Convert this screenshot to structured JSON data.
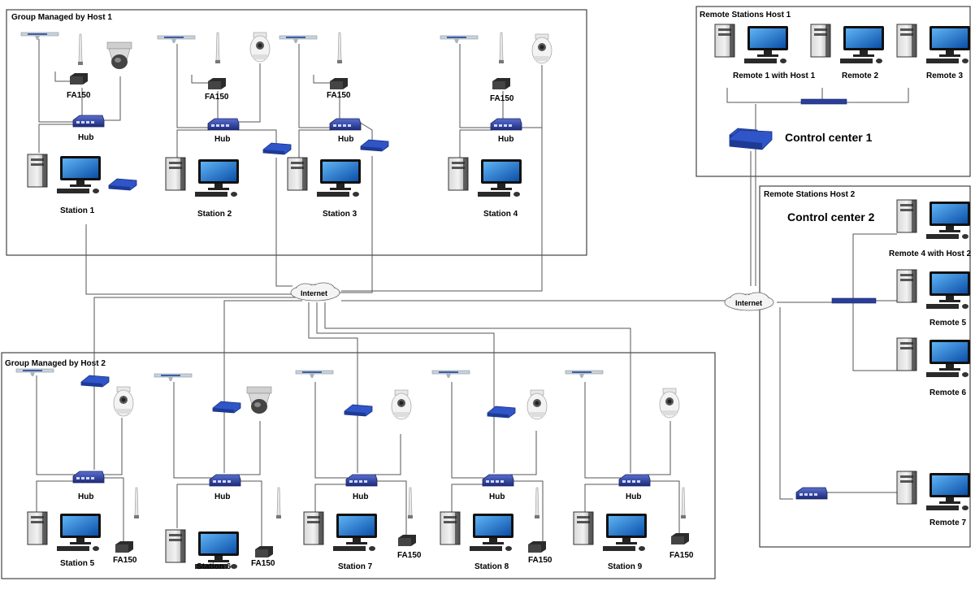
{
  "groups": {
    "host1": {
      "title": "Group Managed by Host 1"
    },
    "host2": {
      "title": "Group Managed by Host 2"
    },
    "remote1": {
      "title": "Remote Stations Host 1"
    },
    "remote2": {
      "title": "Remote Stations Host 2"
    }
  },
  "labels": {
    "fa150": "FA150",
    "hub": "Hub",
    "internet": "Internet"
  },
  "host1_stations": [
    "Station 1",
    "Station 2",
    "Station 3",
    "Station 4"
  ],
  "host2_stations": [
    "Station 5",
    "Station 6",
    "Station 7",
    "Station 8",
    "Station 9"
  ],
  "remote1_stations": [
    "Remote 1 with Host 1",
    "Remote 2",
    "Remote 3"
  ],
  "remote2_stations": [
    "Remote 4 with Host 2",
    "Remote 5",
    "Remote 6",
    "Remote 7"
  ],
  "control_centers": {
    "cc1": "Control center 1",
    "cc2": "Control center 2"
  },
  "colors": {
    "hub_blue": "#2a3f9a",
    "screen_blue": "#1e7ad6",
    "frame": "#444444",
    "line": "#555555"
  }
}
